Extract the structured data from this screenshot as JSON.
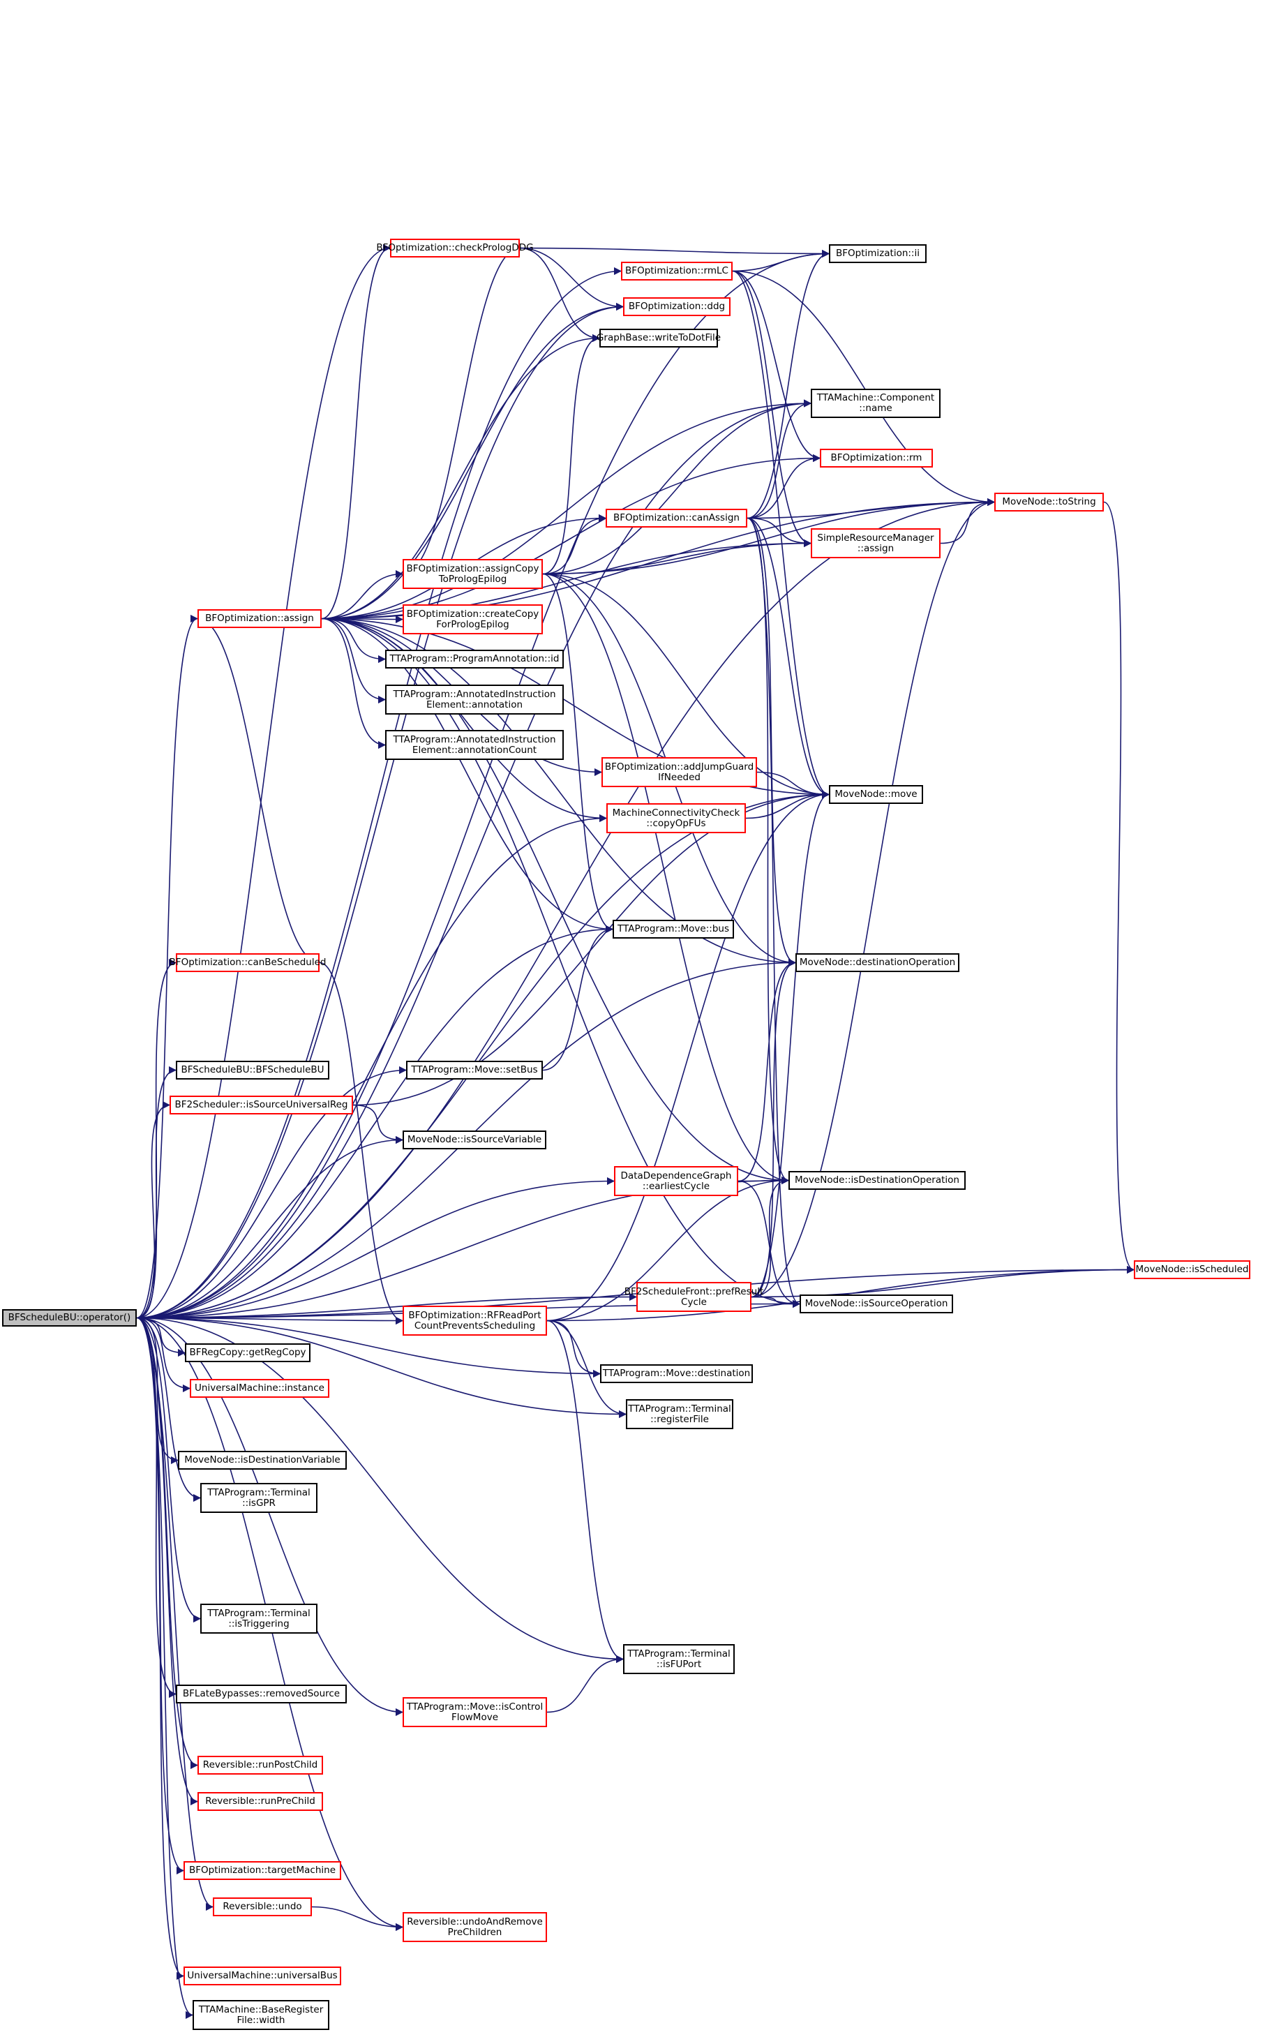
{
  "diagram": {
    "edge_color": "#191970",
    "nodes": [
      {
        "id": "root",
        "label": "BFScheduleBU::operator()",
        "style": "gray"
      },
      {
        "id": "checkPrologDDG",
        "label": "BFOptimization::checkPrologDDG",
        "style": "red"
      },
      {
        "id": "rmLC",
        "label": "BFOptimization::rmLC",
        "style": "red"
      },
      {
        "id": "ii",
        "label": "BFOptimization::ii",
        "style": "black"
      },
      {
        "id": "ddg",
        "label": "BFOptimization::ddg",
        "style": "red"
      },
      {
        "id": "writeToDotFile",
        "label": "GraphBase::writeToDotFile",
        "style": "black"
      },
      {
        "id": "compName",
        "label": "TTAMachine::Component\n::name",
        "style": "black"
      },
      {
        "id": "rm",
        "label": "BFOptimization::rm",
        "style": "red"
      },
      {
        "id": "toString",
        "label": "MoveNode::toString",
        "style": "red"
      },
      {
        "id": "canAssign",
        "label": "BFOptimization::canAssign",
        "style": "red"
      },
      {
        "id": "srmAssign",
        "label": "SimpleResourceManager\n::assign",
        "style": "red"
      },
      {
        "id": "assignCopy",
        "label": "BFOptimization::assignCopy\nToPrologEpilog",
        "style": "red"
      },
      {
        "id": "assign",
        "label": "BFOptimization::assign",
        "style": "red"
      },
      {
        "id": "createCopy",
        "label": "BFOptimization::createCopy\nForPrologEpilog",
        "style": "red"
      },
      {
        "id": "progAnnId",
        "label": "TTAProgram::ProgramAnnotation::id",
        "style": "black"
      },
      {
        "id": "annotation",
        "label": "TTAProgram::AnnotatedInstruction\nElement::annotation",
        "style": "black"
      },
      {
        "id": "annotationCount",
        "label": "TTAProgram::AnnotatedInstruction\nElement::annotationCount",
        "style": "black"
      },
      {
        "id": "addJumpGuard",
        "label": "BFOptimization::addJumpGuard\nIfNeeded",
        "style": "red"
      },
      {
        "id": "move",
        "label": "MoveNode::move",
        "style": "black"
      },
      {
        "id": "copyOpFUs",
        "label": "MachineConnectivityCheck\n::copyOpFUs",
        "style": "red"
      },
      {
        "id": "moveBus",
        "label": "TTAProgram::Move::bus",
        "style": "black"
      },
      {
        "id": "canBeScheduled",
        "label": "BFOptimization::canBeScheduled",
        "style": "red"
      },
      {
        "id": "destOp",
        "label": "MoveNode::destinationOperation",
        "style": "black"
      },
      {
        "id": "bfscheduleCtor",
        "label": "BFScheduleBU::BFScheduleBU",
        "style": "black"
      },
      {
        "id": "setBus",
        "label": "TTAProgram::Move::setBus",
        "style": "black"
      },
      {
        "id": "isSrcUnivReg",
        "label": "BF2Scheduler::isSourceUniversalReg",
        "style": "red"
      },
      {
        "id": "isSourceVariable",
        "label": "MoveNode::isSourceVariable",
        "style": "black"
      },
      {
        "id": "earliestCycle",
        "label": "DataDependenceGraph\n::earliestCycle",
        "style": "red"
      },
      {
        "id": "isDestOp",
        "label": "MoveNode::isDestinationOperation",
        "style": "black"
      },
      {
        "id": "isScheduled",
        "label": "MoveNode::isScheduled",
        "style": "red"
      },
      {
        "id": "prefResult",
        "label": "BF2ScheduleFront::prefResult\nCycle",
        "style": "red"
      },
      {
        "id": "isSourceOp",
        "label": "MoveNode::isSourceOperation",
        "style": "black"
      },
      {
        "id": "rfReadPort",
        "label": "BFOptimization::RFReadPort\nCountPreventsScheduling",
        "style": "red"
      },
      {
        "id": "getRegCopy",
        "label": "BFRegCopy::getRegCopy",
        "style": "black"
      },
      {
        "id": "instance",
        "label": "UniversalMachine::instance",
        "style": "red"
      },
      {
        "id": "moveDest",
        "label": "TTAProgram::Move::destination",
        "style": "black"
      },
      {
        "id": "registerFile",
        "label": "TTAProgram::Terminal\n::registerFile",
        "style": "black"
      },
      {
        "id": "isDestVariable",
        "label": "MoveNode::isDestinationVariable",
        "style": "black"
      },
      {
        "id": "isGPR",
        "label": "TTAProgram::Terminal\n::isGPR",
        "style": "black"
      },
      {
        "id": "isTriggering",
        "label": "TTAProgram::Terminal\n::isTriggering",
        "style": "black"
      },
      {
        "id": "isFUPort",
        "label": "TTAProgram::Terminal\n::isFUPort",
        "style": "black"
      },
      {
        "id": "removedSource",
        "label": "BFLateBypasses::removedSource",
        "style": "black"
      },
      {
        "id": "isControlFlow",
        "label": "TTAProgram::Move::isControl\nFlowMove",
        "style": "red"
      },
      {
        "id": "runPostChild",
        "label": "Reversible::runPostChild",
        "style": "red"
      },
      {
        "id": "runPreChild",
        "label": "Reversible::runPreChild",
        "style": "red"
      },
      {
        "id": "targetMachine",
        "label": "BFOptimization::targetMachine",
        "style": "red"
      },
      {
        "id": "undo",
        "label": "Reversible::undo",
        "style": "red"
      },
      {
        "id": "undoAndRemove",
        "label": "Reversible::undoAndRemove\nPreChildren",
        "style": "red"
      },
      {
        "id": "universalBus",
        "label": "UniversalMachine::universalBus",
        "style": "red"
      },
      {
        "id": "brfWidth",
        "label": "TTAMachine::BaseRegister\nFile::width",
        "style": "black"
      }
    ],
    "edges": [
      [
        "root",
        "assign"
      ],
      [
        "root",
        "checkPrologDDG"
      ],
      [
        "root",
        "rmLC"
      ],
      [
        "root",
        "ii"
      ],
      [
        "root",
        "ddg"
      ],
      [
        "root",
        "compName"
      ],
      [
        "root",
        "toString"
      ],
      [
        "root",
        "canBeScheduled"
      ],
      [
        "root",
        "bfscheduleCtor"
      ],
      [
        "root",
        "isSrcUnivReg"
      ],
      [
        "root",
        "setBus"
      ],
      [
        "root",
        "isSourceVariable"
      ],
      [
        "root",
        "earliestCycle"
      ],
      [
        "root",
        "isDestOp"
      ],
      [
        "root",
        "prefResult"
      ],
      [
        "root",
        "rfReadPort"
      ],
      [
        "root",
        "getRegCopy"
      ],
      [
        "root",
        "instance"
      ],
      [
        "root",
        "moveDest"
      ],
      [
        "root",
        "registerFile"
      ],
      [
        "root",
        "isDestVariable"
      ],
      [
        "root",
        "isGPR"
      ],
      [
        "root",
        "isTriggering"
      ],
      [
        "root",
        "isFUPort"
      ],
      [
        "root",
        "removedSource"
      ],
      [
        "root",
        "isControlFlow"
      ],
      [
        "root",
        "runPostChild"
      ],
      [
        "root",
        "runPreChild"
      ],
      [
        "root",
        "targetMachine"
      ],
      [
        "root",
        "undo"
      ],
      [
        "root",
        "undoAndRemove"
      ],
      [
        "root",
        "universalBus"
      ],
      [
        "root",
        "brfWidth"
      ],
      [
        "root",
        "moveBus"
      ],
      [
        "root",
        "move"
      ],
      [
        "root",
        "destOp"
      ],
      [
        "root",
        "copyOpFUs"
      ],
      [
        "root",
        "isScheduled"
      ],
      [
        "root",
        "isSourceOp"
      ],
      [
        "assign",
        "checkPrologDDG"
      ],
      [
        "assign",
        "ddg"
      ],
      [
        "assign",
        "writeToDotFile"
      ],
      [
        "assign",
        "compName"
      ],
      [
        "assign",
        "rm"
      ],
      [
        "assign",
        "toString"
      ],
      [
        "assign",
        "canAssign"
      ],
      [
        "assign",
        "srmAssign"
      ],
      [
        "assign",
        "assignCopy"
      ],
      [
        "assign",
        "createCopy"
      ],
      [
        "assign",
        "progAnnId"
      ],
      [
        "assign",
        "annotation"
      ],
      [
        "assign",
        "annotationCount"
      ],
      [
        "assign",
        "addJumpGuard"
      ],
      [
        "assign",
        "move"
      ],
      [
        "assign",
        "copyOpFUs"
      ],
      [
        "assign",
        "moveBus"
      ],
      [
        "assign",
        "destOp"
      ],
      [
        "assign",
        "isDestOp"
      ],
      [
        "assign",
        "isSourceOp"
      ],
      [
        "checkPrologDDG",
        "ddg"
      ],
      [
        "checkPrologDDG",
        "writeToDotFile"
      ],
      [
        "checkPrologDDG",
        "ii"
      ],
      [
        "rmLC",
        "ii"
      ],
      [
        "rmLC",
        "toString"
      ],
      [
        "rmLC",
        "rm"
      ],
      [
        "rmLC",
        "srmAssign"
      ],
      [
        "rmLC",
        "move"
      ],
      [
        "canAssign",
        "ii"
      ],
      [
        "canAssign",
        "compName"
      ],
      [
        "canAssign",
        "rm"
      ],
      [
        "canAssign",
        "toString"
      ],
      [
        "canAssign",
        "srmAssign"
      ],
      [
        "canAssign",
        "move"
      ],
      [
        "canAssign",
        "destOp"
      ],
      [
        "canAssign",
        "isDestOp"
      ],
      [
        "canAssign",
        "isSourceOp"
      ],
      [
        "srmAssign",
        "toString"
      ],
      [
        "assignCopy",
        "canAssign"
      ],
      [
        "assignCopy",
        "checkPrologDDG"
      ],
      [
        "assignCopy",
        "writeToDotFile"
      ],
      [
        "assignCopy",
        "compName"
      ],
      [
        "assignCopy",
        "srmAssign"
      ],
      [
        "assignCopy",
        "toString"
      ],
      [
        "assignCopy",
        "move"
      ],
      [
        "assignCopy",
        "moveBus"
      ],
      [
        "assignCopy",
        "destOp"
      ],
      [
        "assignCopy",
        "isDestOp"
      ],
      [
        "addJumpGuard",
        "move"
      ],
      [
        "copyOpFUs",
        "move"
      ],
      [
        "canBeScheduled",
        "assign"
      ],
      [
        "canBeScheduled",
        "rfReadPort"
      ],
      [
        "setBus",
        "moveBus"
      ],
      [
        "isSrcUnivReg",
        "isSourceVariable"
      ],
      [
        "isSrcUnivReg",
        "move"
      ],
      [
        "earliestCycle",
        "isDestOp"
      ],
      [
        "earliestCycle",
        "destOp"
      ],
      [
        "earliestCycle",
        "isSourceOp"
      ],
      [
        "prefResult",
        "isScheduled"
      ],
      [
        "prefResult",
        "isSourceOp"
      ],
      [
        "prefResult",
        "isDestOp"
      ],
      [
        "prefResult",
        "toString"
      ],
      [
        "prefResult",
        "move"
      ],
      [
        "prefResult",
        "destOp"
      ],
      [
        "rfReadPort",
        "moveDest"
      ],
      [
        "rfReadPort",
        "registerFile"
      ],
      [
        "rfReadPort",
        "isFUPort"
      ],
      [
        "rfReadPort",
        "move"
      ],
      [
        "rfReadPort",
        "isDestOp"
      ],
      [
        "rfReadPort",
        "isScheduled"
      ],
      [
        "isControlFlow",
        "isFUPort"
      ],
      [
        "undo",
        "undoAndRemove"
      ],
      [
        "toString",
        "isScheduled"
      ]
    ]
  }
}
